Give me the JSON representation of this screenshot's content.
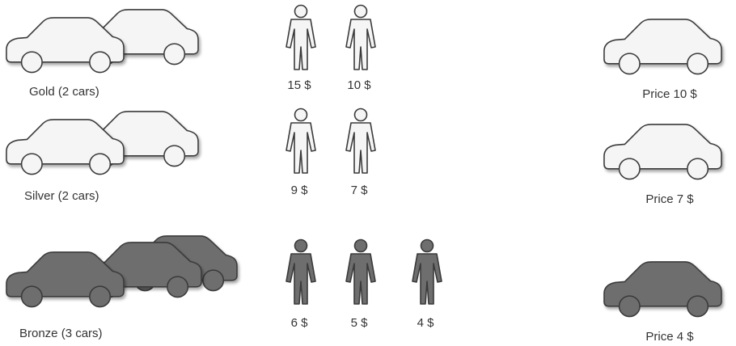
{
  "tiers": [
    {
      "label": "Gold (2 cars)",
      "car_count": 2,
      "buyers": [
        "15 $",
        "10 $"
      ],
      "price": "Price 10 $",
      "color": "#f5f5f5"
    },
    {
      "label": "Silver (2 cars)",
      "car_count": 2,
      "buyers": [
        "9 $",
        "7 $"
      ],
      "price": "Price 7 $",
      "color": "#f5f5f5"
    },
    {
      "label": "Bronze (3 cars)",
      "car_count": 3,
      "buyers": [
        "6 $",
        "5 $",
        "4 $"
      ],
      "price": "Price 4 $",
      "color": "#6e6e6e"
    }
  ],
  "colors": {
    "outline": "#3a3a3a",
    "light_fill": "#f5f5f5",
    "dark_fill": "#6e6e6e",
    "text": "#333333"
  }
}
